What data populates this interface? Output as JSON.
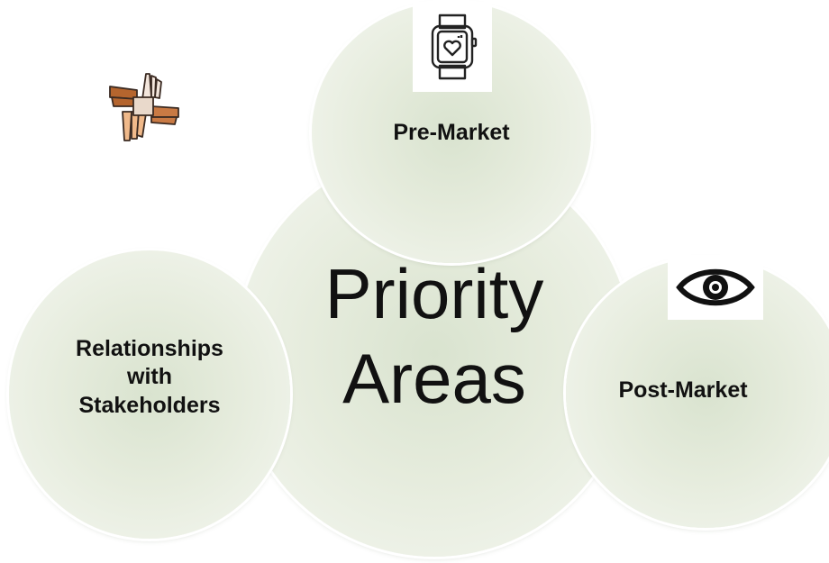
{
  "center": {
    "line1": "Priority",
    "line2": "Areas"
  },
  "nodes": {
    "pre_market": {
      "label": "Pre-Market",
      "icon": "smartwatch-icon"
    },
    "post_market": {
      "label": "Post-Market",
      "icon": "eye-icon"
    },
    "relationships": {
      "line1": "Relationships",
      "line2": "with",
      "line3": "Stakeholders",
      "icon": "joined-hands-icon"
    }
  },
  "colors": {
    "circle_fill": "#e6ecdd",
    "hands_dark": "#b5652e",
    "hands_light": "#f0b98a"
  }
}
